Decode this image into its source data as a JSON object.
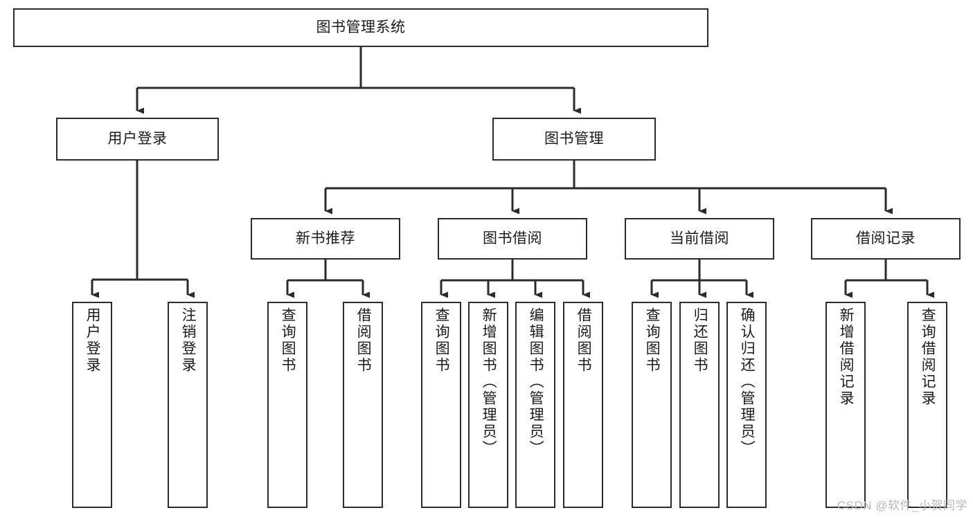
{
  "diagram": {
    "title": "图书管理系统",
    "type": "tree-hierarchy",
    "watermark": "CSDN @软件_小贺同学",
    "colors": {
      "box_border": "#2b2b2b",
      "box_fill": "#ffffff",
      "connector": "#2b2b2b",
      "text": "#1a1a1a",
      "watermark": "#b9b9b9",
      "background": "#ffffff"
    },
    "root": {
      "id": "root",
      "label": "图书管理系统"
    },
    "level1": [
      {
        "id": "user-login",
        "label": "用户登录"
      },
      {
        "id": "book-manage",
        "label": "图书管理"
      }
    ],
    "level2": [
      {
        "id": "new-book-recommend",
        "label": "新书推荐",
        "parent": "book-manage"
      },
      {
        "id": "book-borrow",
        "label": "图书借阅",
        "parent": "book-manage"
      },
      {
        "id": "current-borrow",
        "label": "当前借阅",
        "parent": "book-manage"
      },
      {
        "id": "borrow-record",
        "label": "借阅记录",
        "parent": "book-manage"
      }
    ],
    "leaves": [
      {
        "id": "leaf-user-login",
        "label": "用户登录",
        "parent": "user-login"
      },
      {
        "id": "leaf-logout-login",
        "label": "注销登录",
        "parent": "user-login"
      },
      {
        "id": "leaf-query-book-1",
        "label": "查询图书",
        "parent": "new-book-recommend"
      },
      {
        "id": "leaf-borrow-book-1",
        "label": "借阅图书",
        "parent": "new-book-recommend"
      },
      {
        "id": "leaf-query-book-2",
        "label": "查询图书",
        "parent": "book-borrow"
      },
      {
        "id": "leaf-add-book",
        "label": "新增图书（管理员）",
        "parent": "book-borrow"
      },
      {
        "id": "leaf-edit-book",
        "label": "编辑图书（管理员）",
        "parent": "book-borrow"
      },
      {
        "id": "leaf-borrow-book-2",
        "label": "借阅图书",
        "parent": "book-borrow"
      },
      {
        "id": "leaf-query-book-3",
        "label": "查询图书",
        "parent": "current-borrow"
      },
      {
        "id": "leaf-return-book",
        "label": "归还图书",
        "parent": "current-borrow"
      },
      {
        "id": "leaf-confirm-return",
        "label": "确认归还（管理员）",
        "parent": "current-borrow"
      },
      {
        "id": "leaf-add-record",
        "label": "新增借阅记录",
        "parent": "borrow-record"
      },
      {
        "id": "leaf-query-record",
        "label": "查询借阅记录",
        "parent": "borrow-record"
      }
    ]
  }
}
